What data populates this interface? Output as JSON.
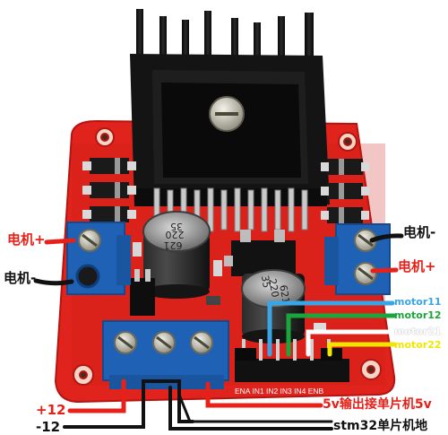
{
  "labels": {
    "motor_a_plus": "电机+",
    "motor_a_minus": "电机-",
    "motor_b_minus": "电机-",
    "motor_b_plus": "电机+",
    "motor11": "motor11",
    "motor12": "motor12",
    "motor21": "motor21",
    "motor22": "motor22",
    "plus12": "+12",
    "minus12": "-12",
    "out5v": "5v输出接单片机5v",
    "gnd": "stm32单片机地",
    "silk_pins": "ENA IN1 IN2 IN3 IN4 ENB",
    "cap_left_top": "35",
    "cap_left_unit": "220",
    "cap_left_code": "621",
    "cap_right_top": "35",
    "cap_right_unit": "220",
    "cap_right_code": "621"
  },
  "colors": {
    "pcb_red": "#e0231d",
    "terminal_blue": "#1f62b5",
    "heatsink_black": "#121212",
    "label_red": "#e8201a",
    "motor11_blue": "#3aa5e6",
    "motor12_green": "#1aa63a",
    "motor21_white": "#ffffff",
    "motor22_yellow": "#f2e600"
  }
}
